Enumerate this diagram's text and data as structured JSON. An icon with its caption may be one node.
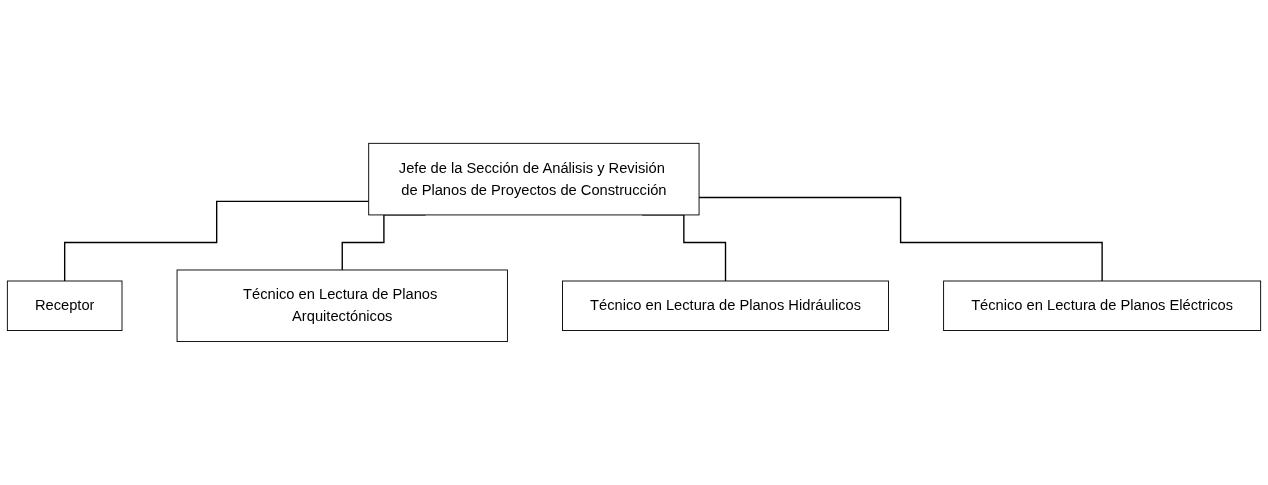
{
  "diagram": {
    "nodes": [
      {
        "text": [
          "Jefe de la Sección de Análisis y Revisión de Planos de Proyectos de Construcción"
        ]
      },
      {
        "text": [
          "Receptor"
        ]
      },
      {
        "text": [
          "Técnico en Lectura de Planos Arquitectónicos"
        ]
      },
      {
        "text": [
          "Técnico en Lectura de Planos Hidráulicos"
        ]
      },
      {
        "text": [
          "Técnico en Lectura de Planos Eléctricos"
        ]
      }
    ],
    "edges": [
      {
        "from": 0,
        "to": 1,
        "arrow": "none"
      },
      {
        "from": 0,
        "to": 2,
        "arrow": "none"
      },
      {
        "from": 0,
        "to": 3,
        "arrow": "none"
      },
      {
        "from": 0,
        "to": 4,
        "arrow": "none"
      }
    ]
  }
}
